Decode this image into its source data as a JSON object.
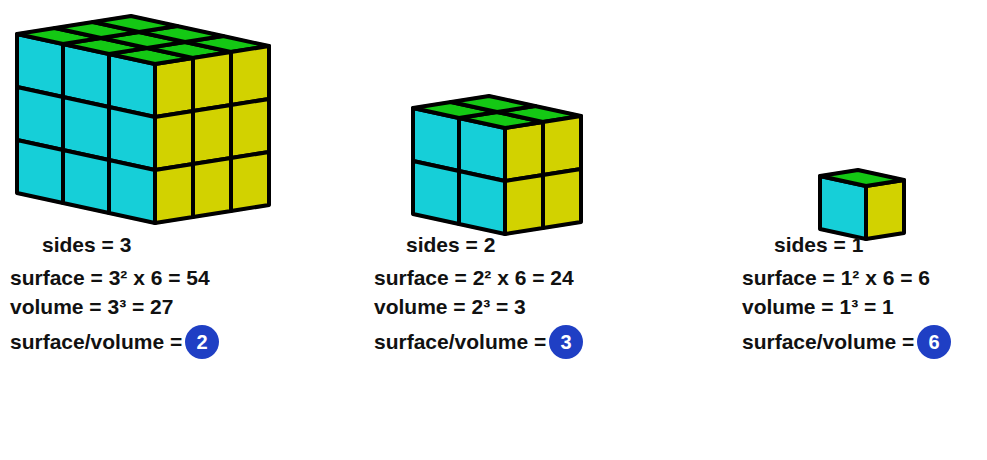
{
  "diagram": {
    "nodes": [
      {
        "text": [
          "2"
        ]
      },
      {
        "text": [
          "3"
        ]
      },
      {
        "text": [
          "6"
        ]
      }
    ],
    "labels": [
      "sides = 3",
      "surface = 3² x 6 = 54",
      "volume = 3³ = 27",
      "surface/volume =",
      "sides = 2",
      "surface = 2² x 6 = 24",
      "volume = 2³ = 3",
      "surface/volume =",
      "sides = 1",
      "surface = 1² x 6 = 6",
      "volume = 1³ = 1",
      "surface/volume ="
    ]
  }
}
